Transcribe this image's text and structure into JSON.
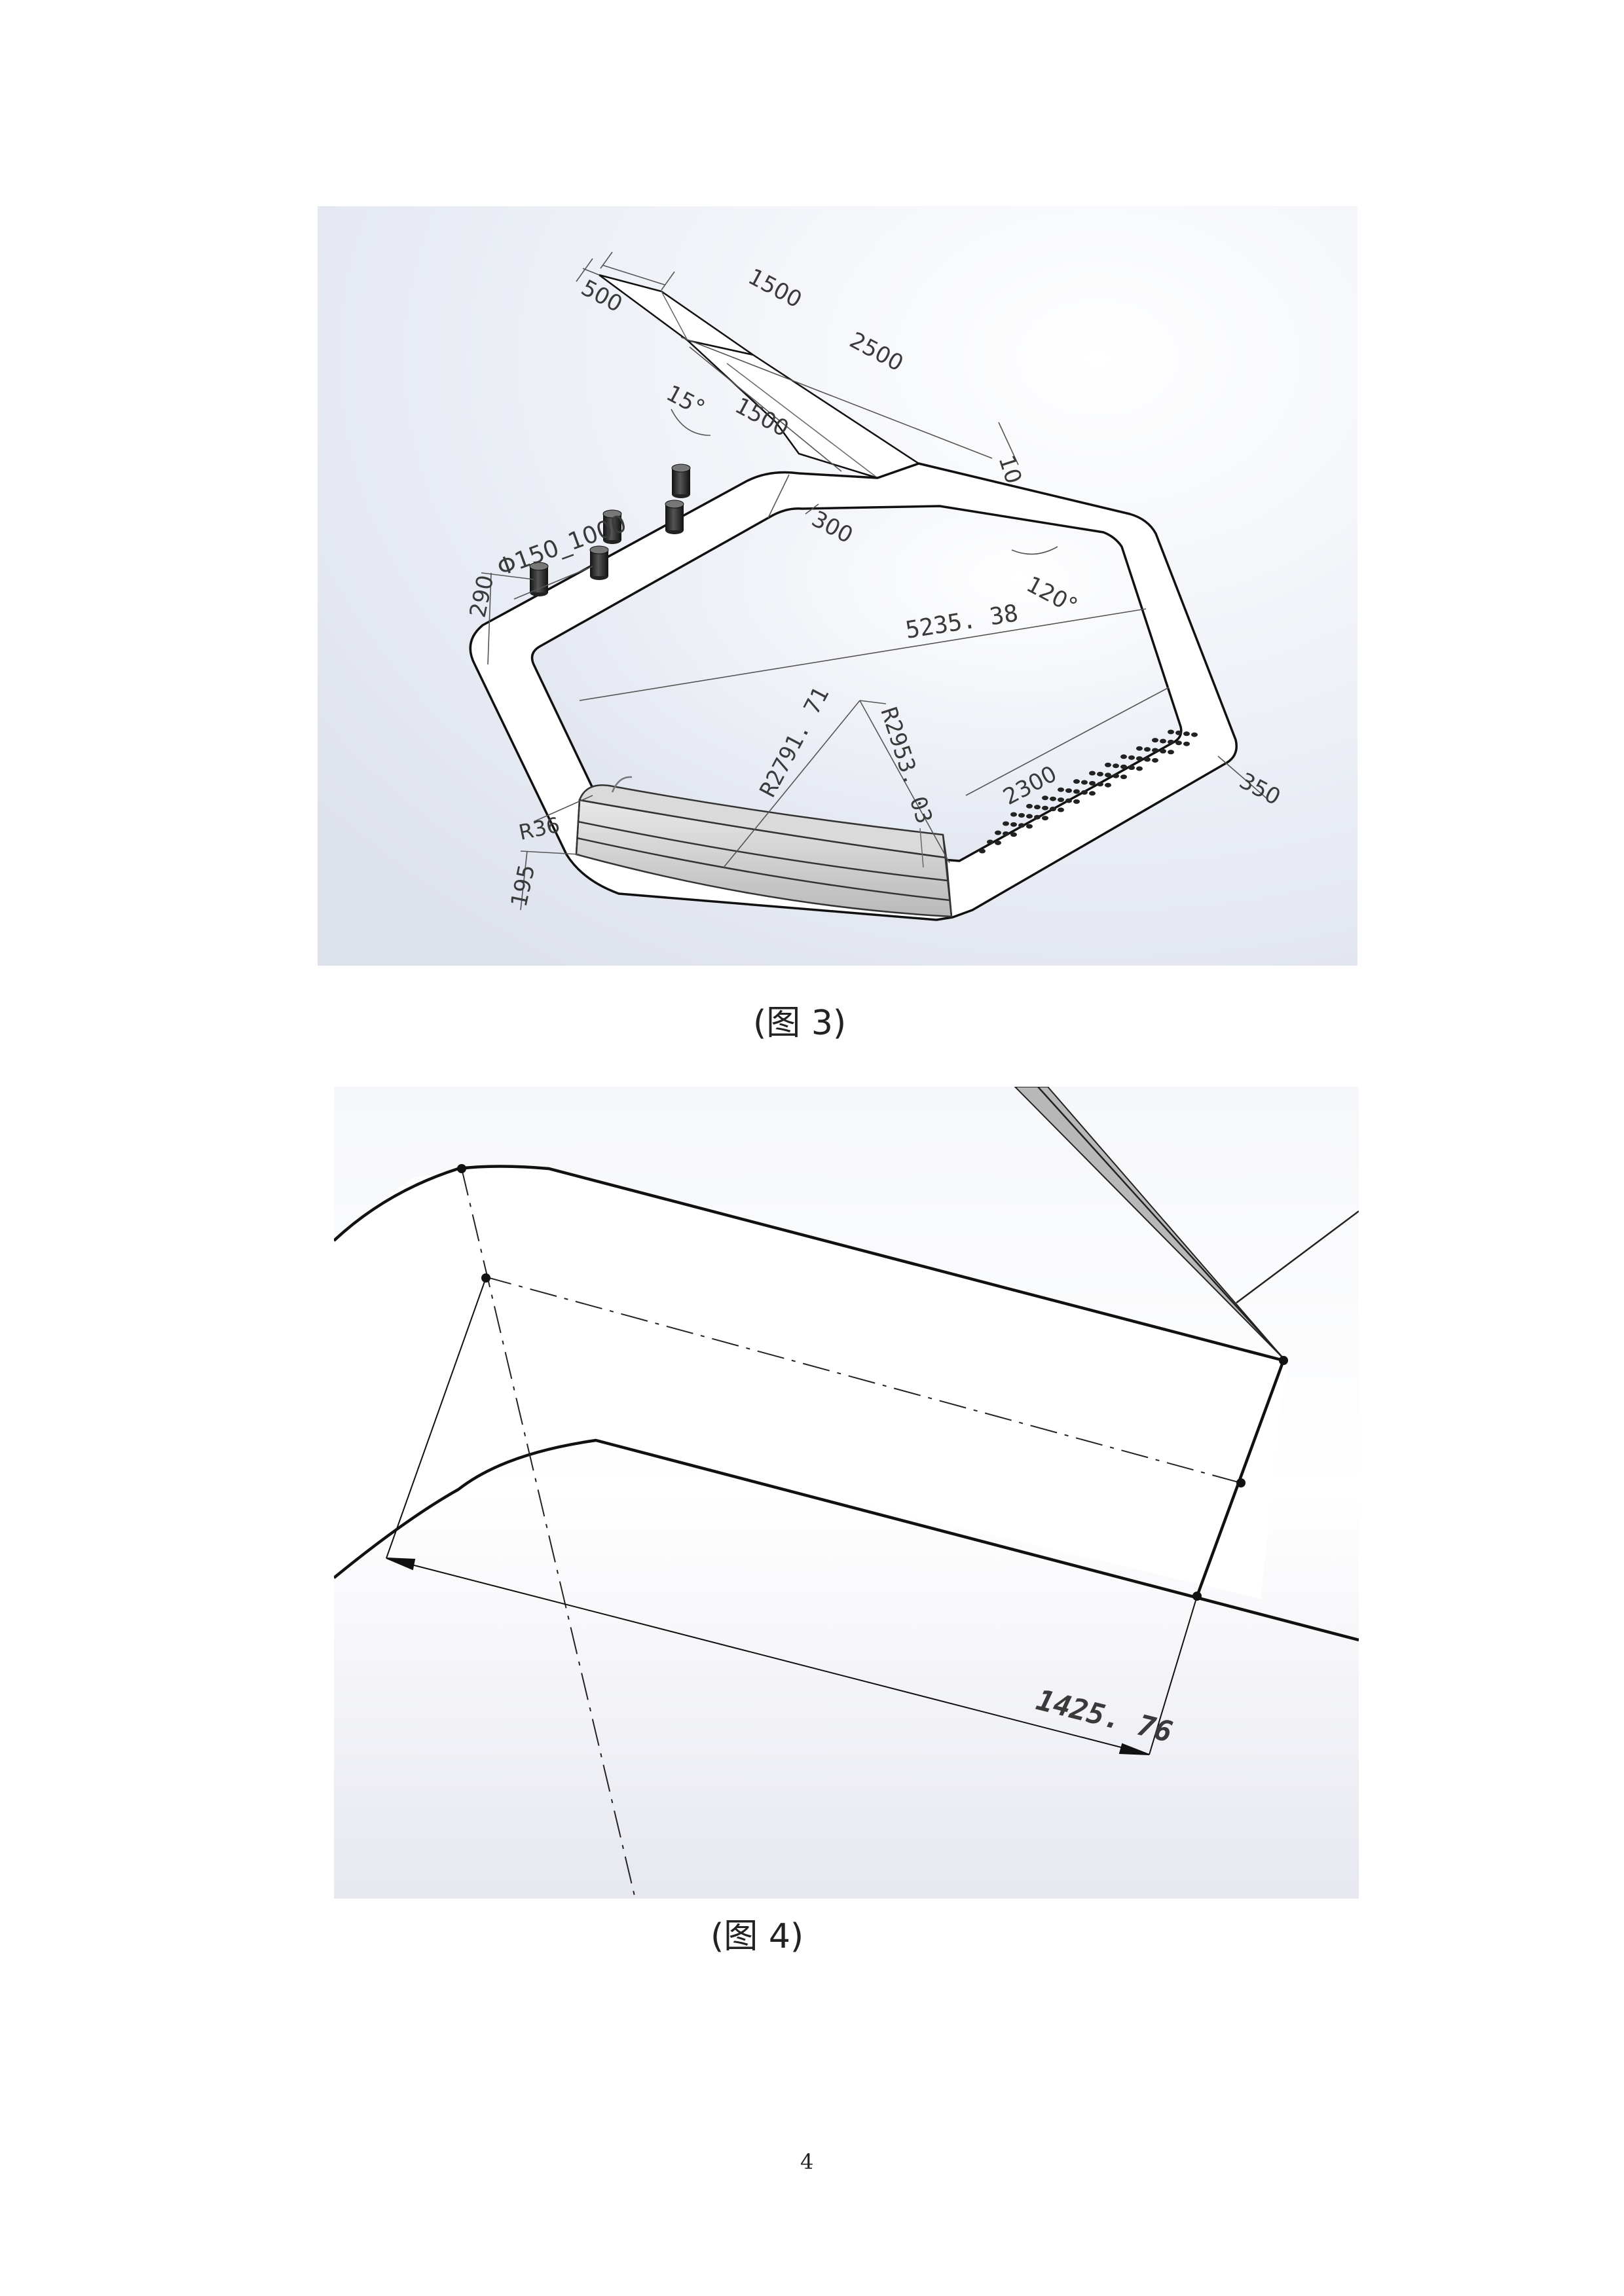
{
  "figure3": {
    "caption": "(图 3)",
    "dimensions": {
      "d500": "500",
      "d1500_top": "1500",
      "d2500": "2500",
      "d15deg": "15°",
      "d1500_mid": "1500",
      "d10": "10",
      "d300": "300",
      "d120deg": "120°",
      "dphi": "Φ150_1000",
      "d290": "290",
      "d5235": "5235. 38",
      "dR2791": "R2791. 71",
      "dR2953": "R2953. 03",
      "d2300": "2300",
      "d350": "350",
      "dR36": "R36",
      "d195": "195"
    }
  },
  "figure4": {
    "caption": "(图 4)",
    "dimension": "1425. 76"
  },
  "page_number": "4"
}
